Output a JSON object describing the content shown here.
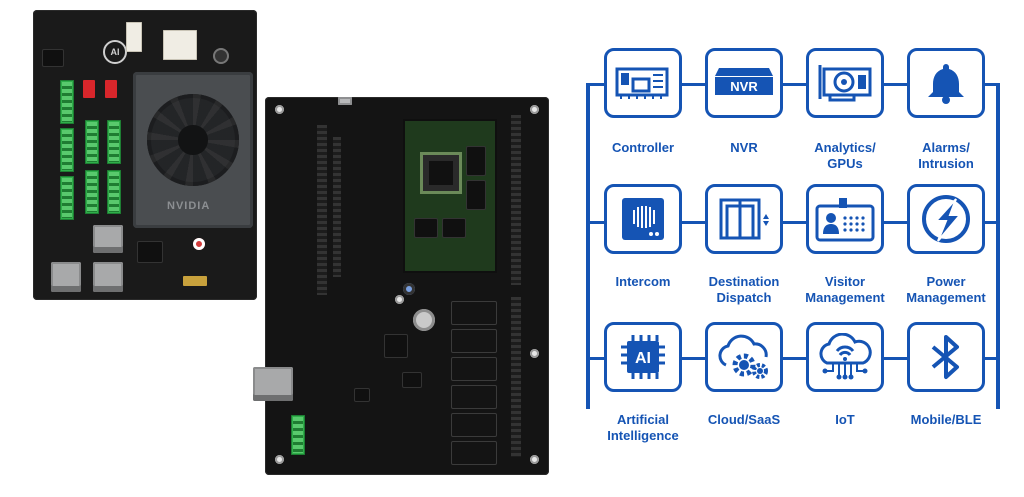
{
  "boards": {
    "left_board": {
      "fan_brand": "NVIDIA",
      "logo_text": "AI"
    },
    "right_board": {}
  },
  "diagram": {
    "brand_color": "#1554b4",
    "tiles": [
      {
        "id": "controller",
        "label": "Controller",
        "icon": "controller-icon"
      },
      {
        "id": "nvr",
        "label": "NVR",
        "icon": "nvr-icon",
        "icon_text": "NVR"
      },
      {
        "id": "analytics",
        "label": "Analytics/\nGPUs",
        "icon": "gpu-card-icon"
      },
      {
        "id": "alarms",
        "label": "Alarms/\nIntrusion",
        "icon": "bell-icon"
      },
      {
        "id": "intercom",
        "label": "Intercom",
        "icon": "intercom-icon"
      },
      {
        "id": "dispatch",
        "label": "Destination\nDispatch",
        "icon": "elevator-icon"
      },
      {
        "id": "visitor",
        "label": "Visitor\nManagement",
        "icon": "id-badge-icon"
      },
      {
        "id": "power",
        "label": "Power\nManagement",
        "icon": "lightning-icon"
      },
      {
        "id": "ai",
        "label": "Artificial\nIntelligence",
        "icon": "ai-chip-icon",
        "icon_text": "AI"
      },
      {
        "id": "cloud",
        "label": "Cloud/SaaS",
        "icon": "cloud-gear-icon"
      },
      {
        "id": "iot",
        "label": "IoT",
        "icon": "iot-cloud-icon"
      },
      {
        "id": "mobile",
        "label": "Mobile/BLE",
        "icon": "bluetooth-icon"
      }
    ]
  }
}
